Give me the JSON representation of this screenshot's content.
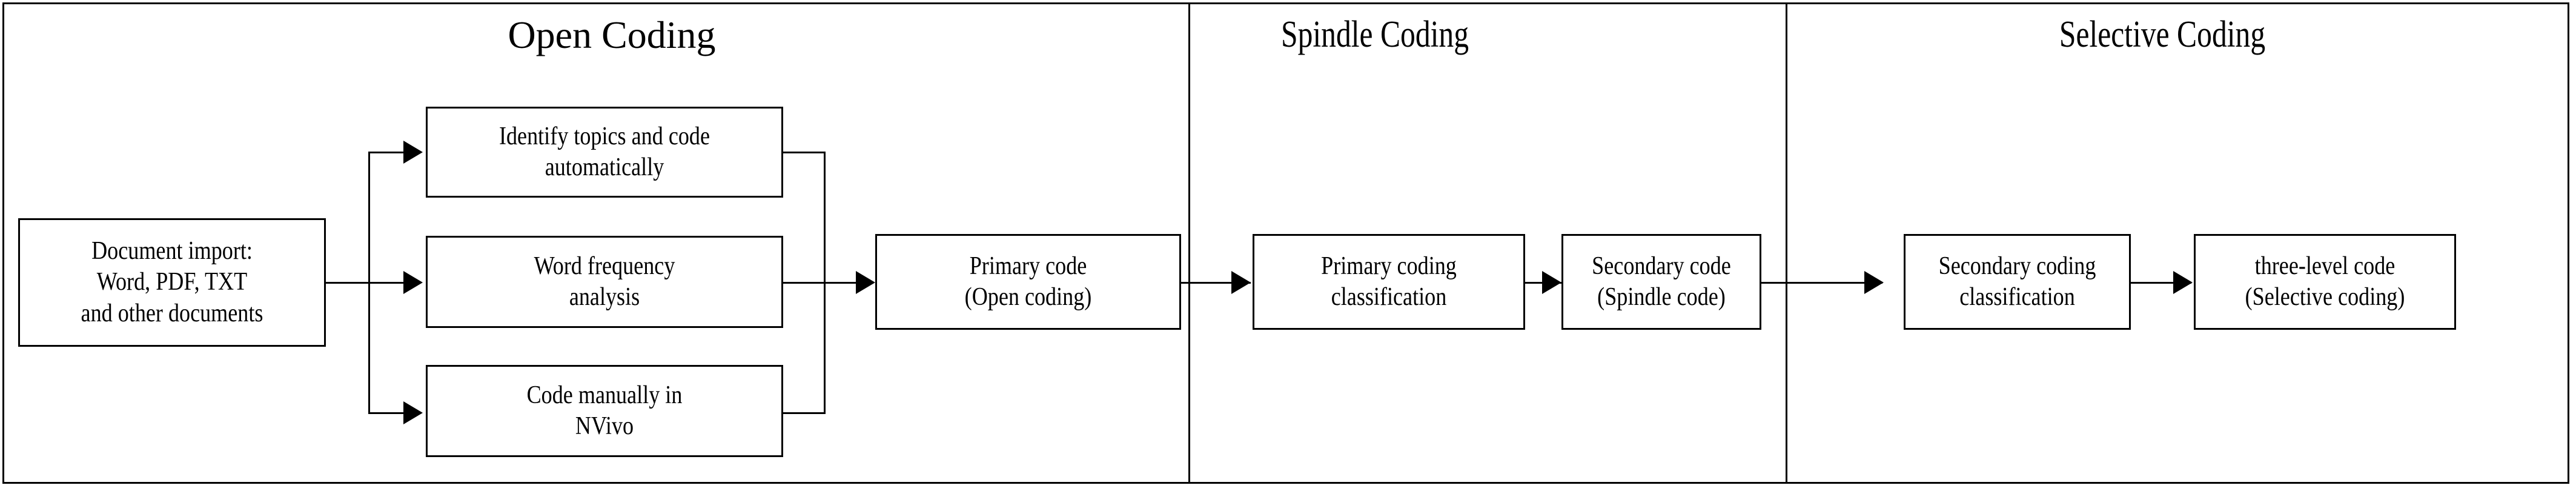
{
  "diagram": {
    "title_alt": "Three-stage grounded theory coding workflow",
    "orientation": "left-to-right",
    "stroke_color": "#000000",
    "fill_color": "#ffffff"
  },
  "stages": [
    {
      "id": "open",
      "label": "Open Coding"
    },
    {
      "id": "spindle",
      "label": "Spindle Coding"
    },
    {
      "id": "selective",
      "label": "Selective Coding"
    }
  ],
  "nodes": {
    "document_import": "Document import:\nWord, PDF, TXT\nand other documents",
    "identify_topics": "Identify topics and code\nautomatically",
    "word_frequency": "Word frequency\nanalysis",
    "code_manually": "Code manually in\nNVivo",
    "primary_code": "Primary code\n(Open coding)",
    "primary_classification": "Primary coding\nclassification",
    "secondary_code": "Secondary code\n(Spindle code)",
    "secondary_classification": "Secondary coding\nclassification",
    "three_level_code": "three-level code\n(Selective coding)"
  },
  "flow": {
    "edges": [
      {
        "from": "document_import",
        "to": "identify_topics",
        "style": "elbow-up"
      },
      {
        "from": "document_import",
        "to": "word_frequency",
        "style": "straight"
      },
      {
        "from": "document_import",
        "to": "code_manually",
        "style": "elbow-down"
      },
      {
        "from": "identify_topics",
        "to": "primary_code",
        "style": "elbow-down-merge"
      },
      {
        "from": "word_frequency",
        "to": "primary_code",
        "style": "straight"
      },
      {
        "from": "code_manually",
        "to": "primary_code",
        "style": "elbow-up-merge"
      },
      {
        "from": "primary_code",
        "to": "primary_classification",
        "style": "straight"
      },
      {
        "from": "primary_classification",
        "to": "secondary_code",
        "style": "straight"
      },
      {
        "from": "secondary_code",
        "to": "secondary_classification",
        "style": "straight"
      },
      {
        "from": "secondary_classification",
        "to": "three_level_code",
        "style": "straight"
      }
    ]
  }
}
